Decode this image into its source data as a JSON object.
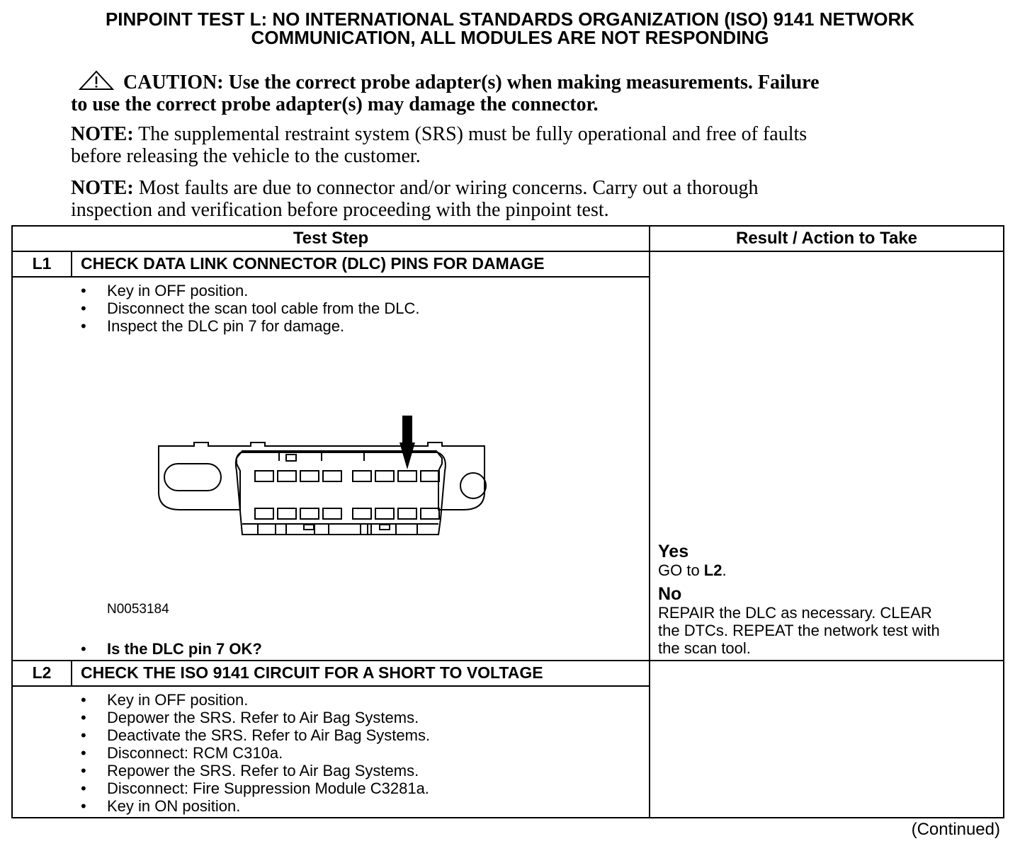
{
  "title": {
    "line1": "PINPOINT TEST L: NO INTERNATIONAL STANDARDS ORGANIZATION (ISO) 9141 NETWORK",
    "line2": "COMMUNICATION, ALL MODULES ARE NOT RESPONDING"
  },
  "caution": {
    "icon": "warning-triangle-icon",
    "label": "CAUTION:",
    "text1": " Use the correct probe adapter(s) when making measurements. Failure",
    "text2": "to use the correct probe adapter(s) may damage the connector."
  },
  "notes": [
    {
      "label": "NOTE:",
      "text1": " The supplemental restraint system (SRS) must be fully operational and free of faults",
      "text2": "before releasing the vehicle to the customer."
    },
    {
      "label": "NOTE:",
      "text1": " Most faults are due to connector and/or wiring concerns. Carry out a thorough",
      "text2": "inspection and verification before proceeding with the pinpoint test."
    }
  ],
  "table": {
    "header_step": "Test Step",
    "header_result": "Result / Action to Take",
    "steps": [
      {
        "id": "L1",
        "title": "CHECK DATA LINK CONNECTOR (DLC) PINS FOR DAMAGE",
        "items": [
          "Key in OFF position.",
          "Disconnect the scan tool cable from the DLC.",
          "Inspect the DLC pin 7 for damage."
        ],
        "figure_id": "N0053184",
        "question": "Is the DLC pin 7 OK?",
        "yes_label": "Yes",
        "yes_text": "GO to ",
        "yes_target": "L2",
        "yes_end": ".",
        "no_label": "No",
        "no_lines": [
          "REPAIR the DLC as necessary. CLEAR",
          "the DTCs. REPEAT the network test with",
          "the scan tool."
        ]
      },
      {
        "id": "L2",
        "title": "CHECK THE ISO 9141 CIRCUIT FOR A SHORT TO VOLTAGE",
        "items": [
          "Key in OFF position.",
          "Depower the SRS. Refer to Air Bag Systems.",
          "Deactivate the SRS. Refer to Air Bag Systems.",
          "Disconnect: RCM C310a.",
          "Repower the SRS. Refer to Air Bag Systems.",
          "Disconnect: Fire Suppression Module C3281a.",
          "Key in ON position."
        ]
      }
    ]
  },
  "footer": {
    "continued": "(Continued)"
  }
}
